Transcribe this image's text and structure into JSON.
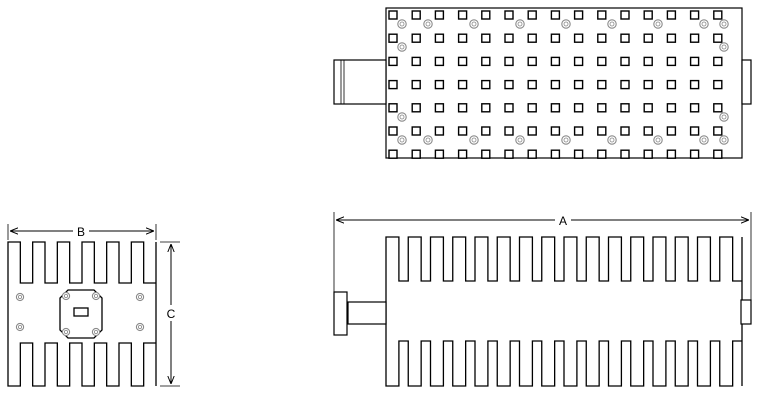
{
  "dimensions": {
    "a_label": "A",
    "b_label": "B",
    "c_label": "C"
  },
  "colors": {
    "line": "#000000",
    "background": "#ffffff",
    "screw": "#8a8a8a"
  },
  "views": [
    "top-view",
    "side-view",
    "end-view"
  ]
}
